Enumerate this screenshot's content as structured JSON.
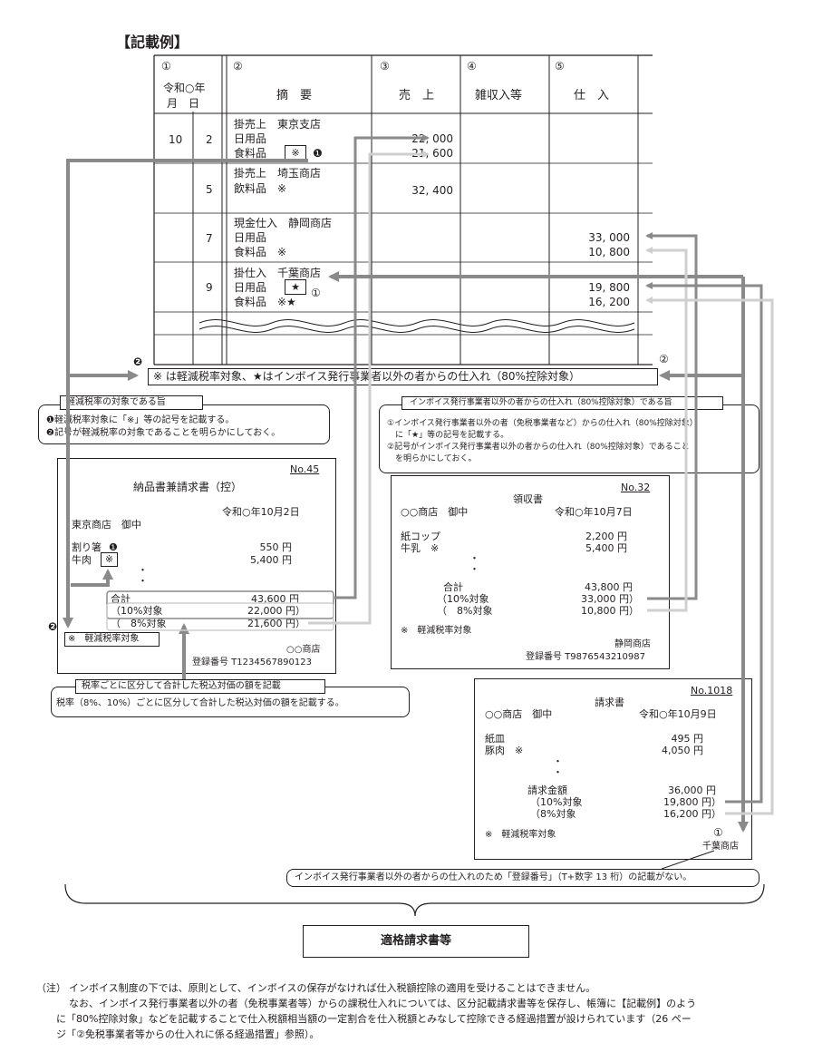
{
  "heading": "【記載例】",
  "ledger": {
    "col1_num": "①",
    "col1_label_a": "令和○年",
    "col1_label_b": "月　日",
    "col2_num": "②",
    "col2_label": "摘　要",
    "col3_num": "③",
    "col3_label": "売　上",
    "col4_num": "④",
    "col4_label": "雑収入等",
    "col5_num": "⑤",
    "col5_label": "仕　入",
    "rows": [
      {
        "month": "10",
        "day": "2",
        "lines": [
          "掛売上　東京支店",
          "日用品",
          "食料品"
        ],
        "mark": "※",
        "badge": "❶",
        "sales": [
          "22, 000",
          "21, 600"
        ]
      },
      {
        "day": "5",
        "lines": [
          "掛売上　埼玉商店",
          "飲料品　※"
        ],
        "sales": [
          "32, 400"
        ]
      },
      {
        "day": "7",
        "lines": [
          "現金仕入　静岡商店",
          "日用品",
          "食料品　※"
        ],
        "purchase": [
          "33, 000",
          "10, 800"
        ]
      },
      {
        "day": "9",
        "lines": [
          "掛仕入　千葉商店",
          "日用品",
          "食料品　※★"
        ],
        "mark": "★",
        "circle": "①",
        "purchase": [
          "19, 800",
          "16, 200"
        ]
      }
    ]
  },
  "legend": {
    "badge_left": "❷",
    "text": "※ は軽減税率対象、★はインボイス発行事業者以外の者からの仕入れ（80%控除対象）",
    "circle_right": "②"
  },
  "note_reduced": {
    "title": "軽減税率の対象である旨",
    "line1": "❶軽減税率対象に「※」等の記号を記載する。",
    "line2": "❷記号が軽減税率の対象であることを明らかにしておく。"
  },
  "note_invoice": {
    "title": "インボイス発行事業者以外の者からの仕入れ（80%控除対象）である旨",
    "line1": "①インボイス発行事業者以外の者（免税事業者など）からの仕入れ（80%控除対象）",
    "line2": "　に「★」等の記号を記載する。",
    "line3": "②記号がインボイス発行事業者以外の者からの仕入れ（80%控除対象）であること",
    "line4": "　を明らかにしておく。"
  },
  "doc1": {
    "no": "No.45",
    "title": "納品書兼請求書（控）",
    "date": "令和○年10月2日",
    "to": "東京商店　御中",
    "item1": "割り箸",
    "item1_badge": "❶",
    "item1_amt": "550 円",
    "item2": "牛肉",
    "item2_mark": "※",
    "item2_amt": "5,400 円",
    "dots": "・",
    "total_label": "合計",
    "total_amt": "43,600 円",
    "r10_label": "（10%対象",
    "r10_amt": "22,000 円）",
    "r8_label": "（　8%対象",
    "r8_amt": "21,600 円）",
    "badge2": "❷",
    "footnote": "※　軽減税率対象",
    "shop": "○○商店",
    "reg": "登録番号 T1234567890123"
  },
  "note_taxrate": {
    "title": "税率ごとに区分して合計した税込対価の額を記載",
    "text": "税率（8%、10%）ごとに区分して合計した税込対価の額を記載する。"
  },
  "doc2": {
    "no": "No.32",
    "title": "領収書",
    "to": "○○商店　御中",
    "date": "令和○年10月7日",
    "item1": "紙コップ",
    "item1_amt": "2,200 円",
    "item2": "牛乳　※",
    "item2_amt": "5,400 円",
    "dots": "・",
    "total_label": "合計",
    "total_amt": "43,800 円",
    "r10_label": "（10%対象",
    "r10_amt": "33,000 円）",
    "r8_label": "（　8%対象",
    "r8_amt": "10,800 円）",
    "footnote": "※　軽減税率対象",
    "shop": "静岡商店",
    "reg": "登録番号 T9876543210987"
  },
  "doc3": {
    "no": "No.1018",
    "title": "請求書",
    "to": "○○商店　御中",
    "date": "令和○年10月9日",
    "item1": "紙皿",
    "item1_amt": "495 円",
    "item2": "豚肉　※",
    "item2_amt": "4,050 円",
    "dots": "・",
    "total_label": "請求金額",
    "total_amt": "36,000 円",
    "r10_label": "（10%対象",
    "r10_amt": "19,800 円）",
    "r8_label": "（8%対象",
    "r8_amt": "16,200 円）",
    "footnote": "※　軽減税率対象",
    "circle": "①",
    "shop": "千葉商店"
  },
  "note_noreg": "インボイス発行事業者以外の者からの仕入れのため「登録番号」（T+数字 13 桁）の記載がない。",
  "bracket_label": "適格請求書等",
  "footer": {
    "label": "（注）",
    "line1": "インボイス制度の下では、原則として、インボイスの保存がなければ仕入税額控除の適用を受けることはできません。",
    "line2": "なお、インボイス発行事業者以外の者（免税事業者等）からの課税仕入れについては、区分記載請求書等を保存し、帳簿に【記載例】のよう",
    "line3": "に「80%控除対象」などを記載することで仕入税額相当額の一定割合を仕入税額とみなして控除できる経過措置が設けられています（26 ペー",
    "line4": "ジ「②免税事業者等からの仕入れに係る経過措置」参照）。"
  },
  "colors": {
    "arrow_dark": "#8a8a8a",
    "arrow_light": "#cfcfcf",
    "ink": "#231f20"
  }
}
